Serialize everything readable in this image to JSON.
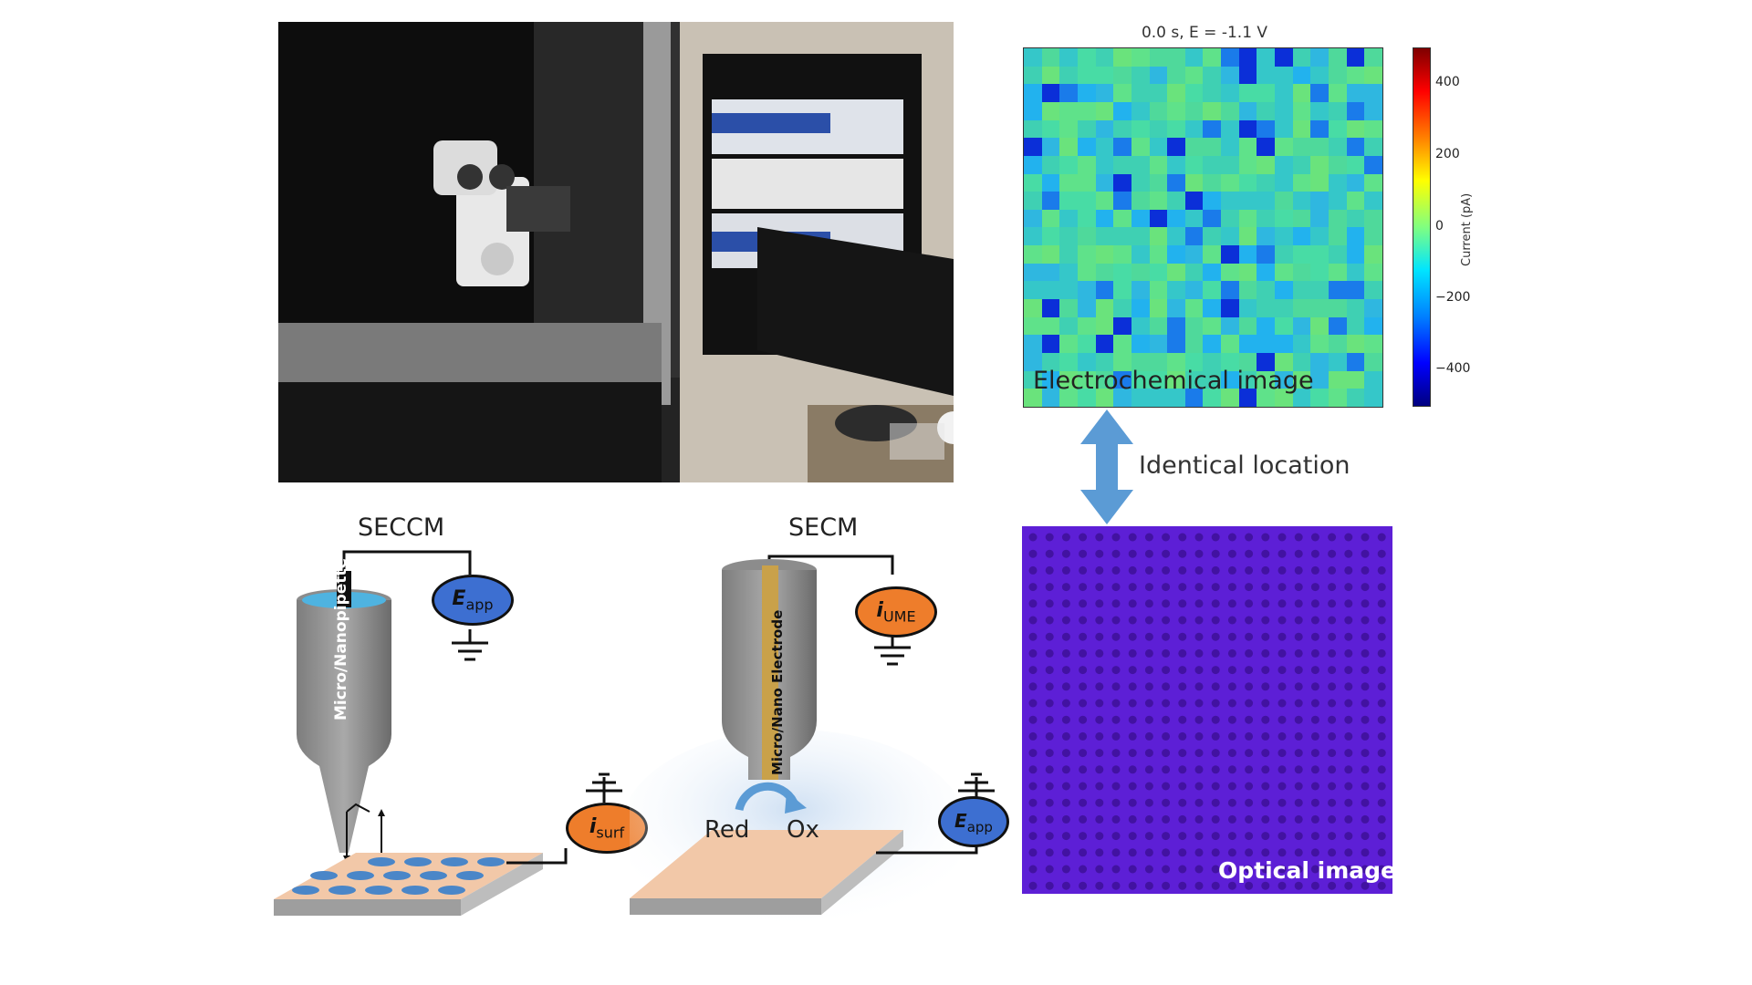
{
  "heatmap": {
    "title": "0.0 s, E = -1.1 V",
    "label": "Electrochemical image",
    "colorbar_label": "Current (pA)",
    "ticks": [
      "400",
      "200",
      "0",
      "−200",
      "−400"
    ]
  },
  "arrow_label": "Identical location",
  "optical": {
    "label": "Optical image"
  },
  "seccm": {
    "title": "SECCM",
    "pipette_label": "Micro/Nanopipette",
    "eapp_main": "E",
    "eapp_sub": "app",
    "isurf_main": "i",
    "isurf_sub": "surf"
  },
  "secm": {
    "title": "SECM",
    "electrode_label": "Micro/Nano Electrode",
    "iume_main": "i",
    "iume_sub": "UME",
    "eapp_main": "E",
    "eapp_sub": "app",
    "red_label": "Red",
    "ox_label": "Ox"
  },
  "colors": {
    "eapp": "#3d6fd1",
    "iume": "#ee7d2b",
    "optical": "#5d1fd6",
    "arrow": "#5b9bd5"
  }
}
